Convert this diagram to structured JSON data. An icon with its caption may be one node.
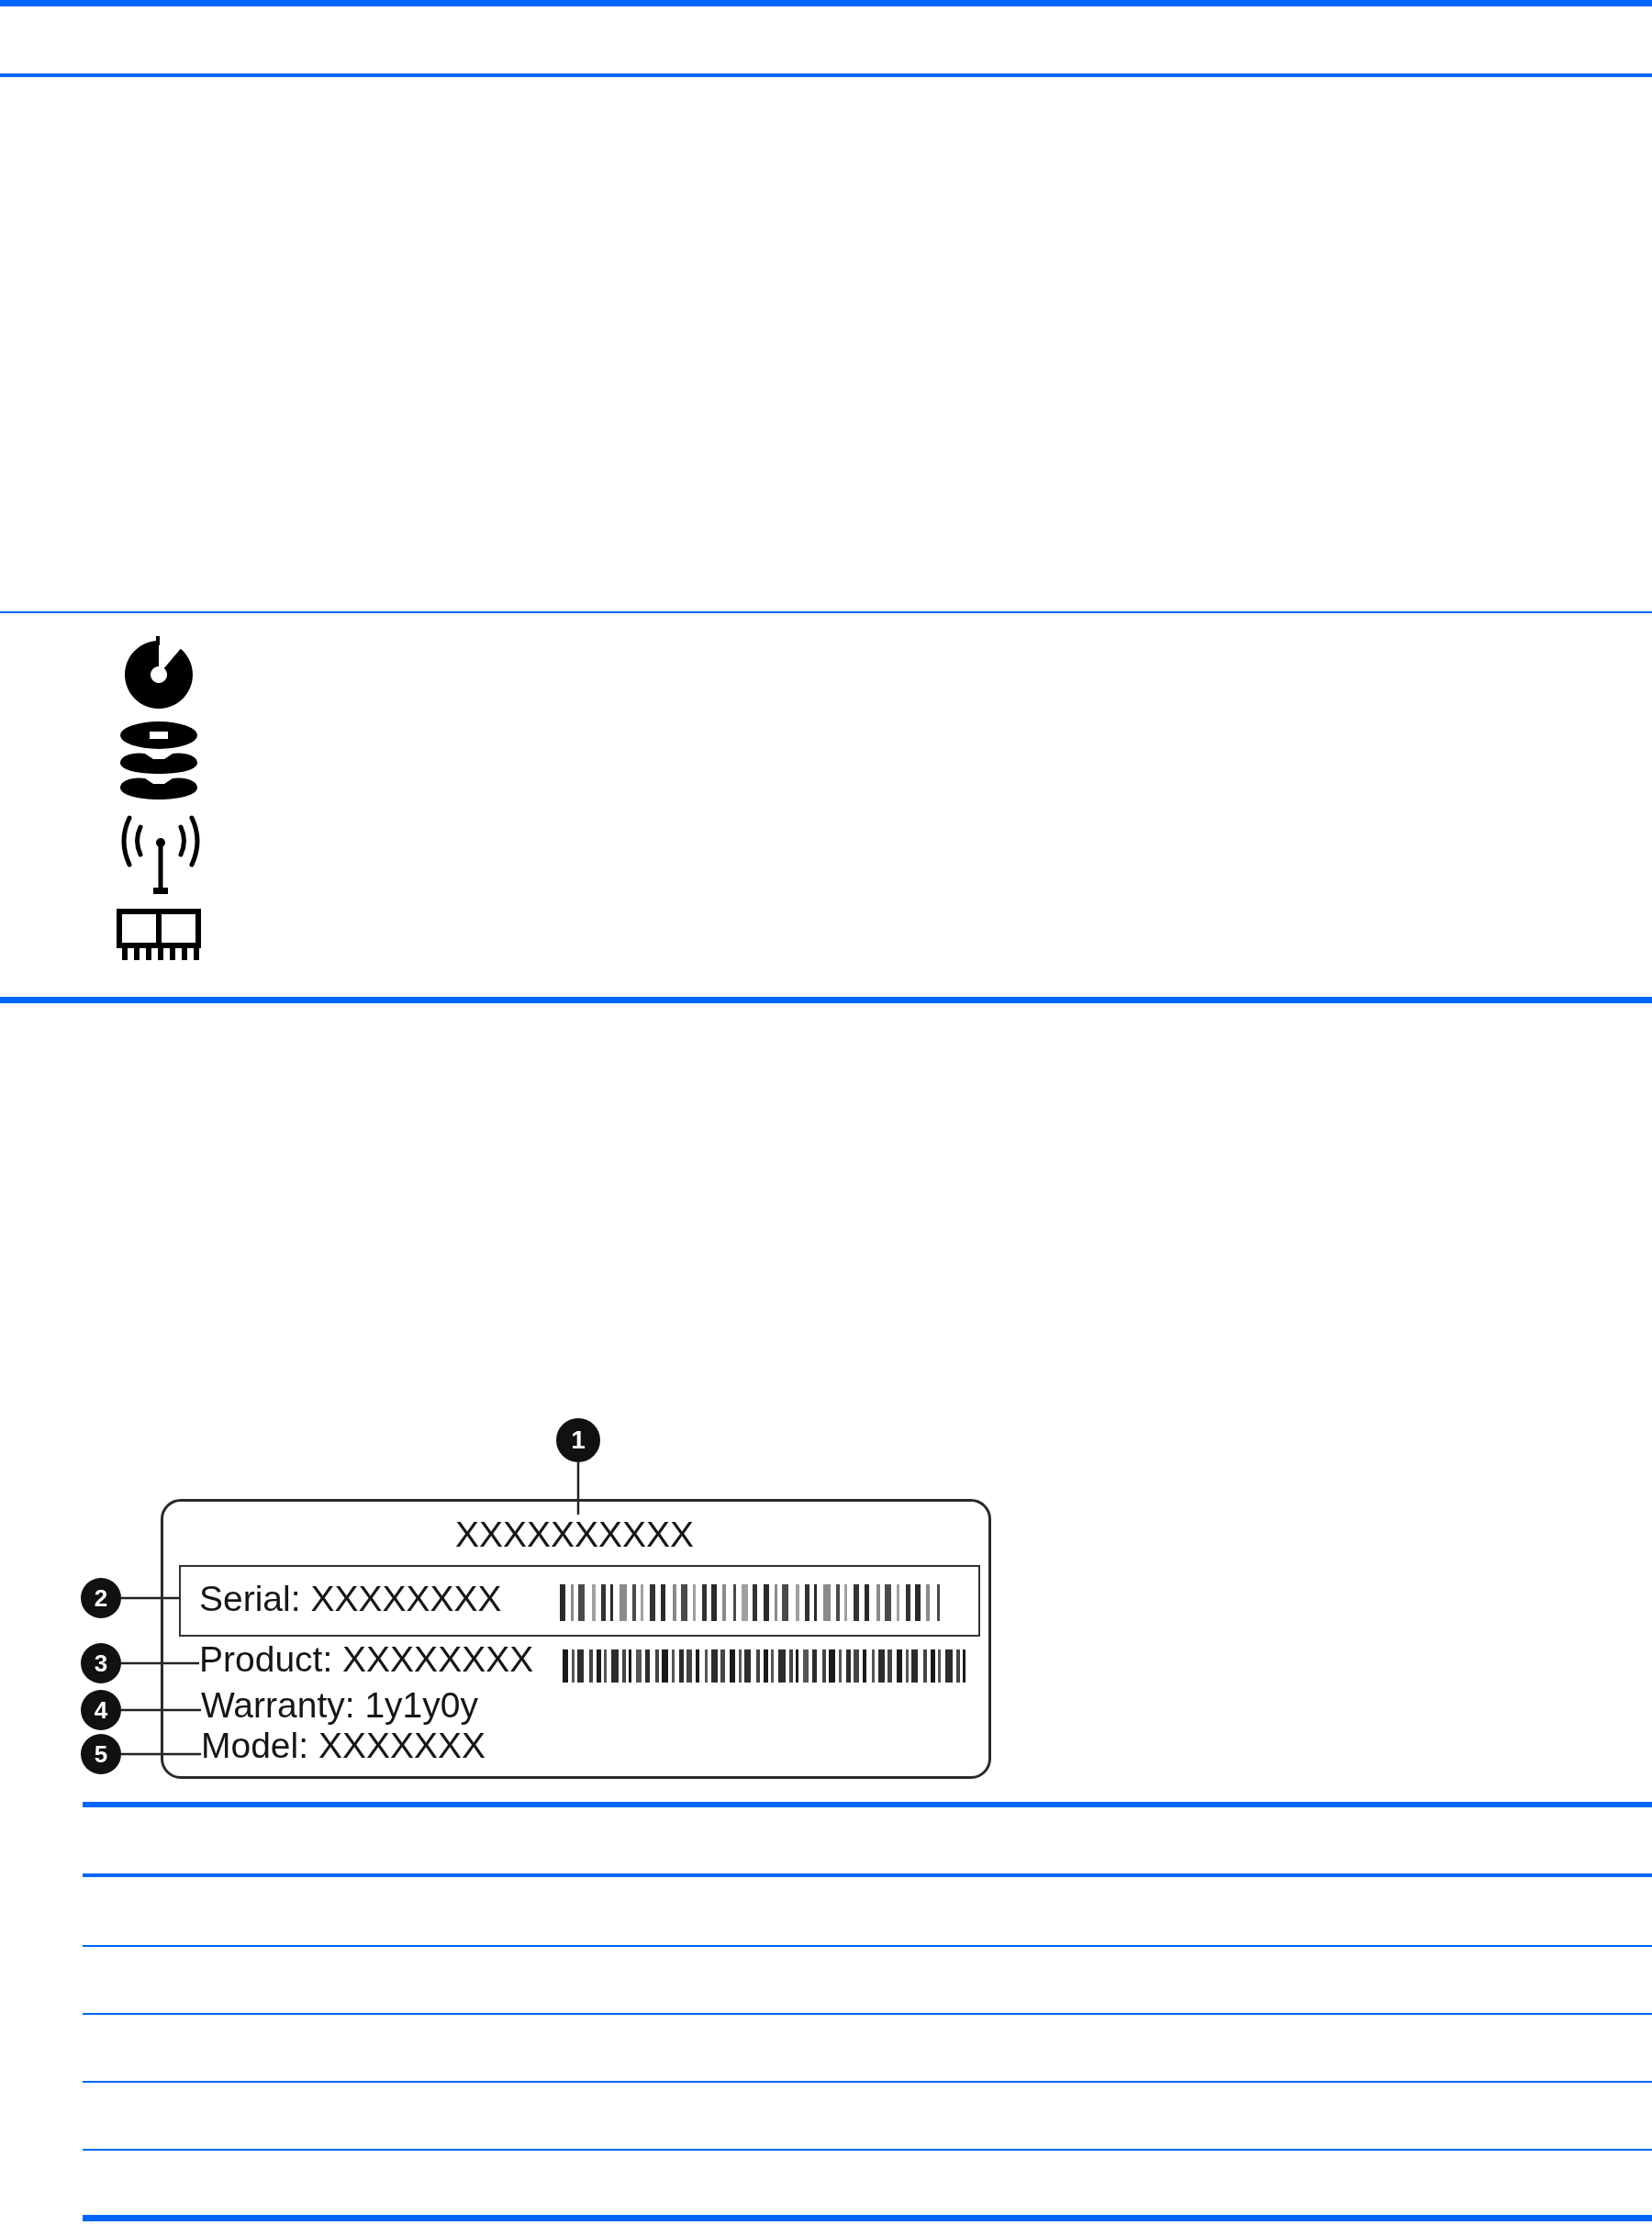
{
  "diagram": {
    "nodes": [
      {
        "text": [
          "1"
        ]
      },
      {
        "text": [],
        "shape": "box"
      },
      {
        "text": [
          "XXXXXXXXXX"
        ],
        "in": 1
      },
      {
        "text": [
          "2"
        ]
      },
      {
        "text": [
          "Serial: XXXXXXXX"
        ],
        "in": 1
      },
      {
        "text": [
          "3"
        ]
      },
      {
        "text": [
          "Product: XXXXXXXX"
        ],
        "in": 1
      },
      {
        "text": [
          "4"
        ]
      },
      {
        "text": [
          "Warranty: 1y1y0y"
        ],
        "in": 1
      },
      {
        "text": [
          "5"
        ]
      },
      {
        "text": [
          "Model: XXXXXXX"
        ],
        "in": 1
      }
    ],
    "edges": [
      {
        "from": 0,
        "to": 2,
        "arrow": "none"
      },
      {
        "from": 3,
        "to": 4,
        "arrow": "none"
      },
      {
        "from": 5,
        "to": 6,
        "arrow": "none"
      },
      {
        "from": 7,
        "to": 8,
        "arrow": "none"
      },
      {
        "from": 9,
        "to": 10,
        "arrow": "none"
      }
    ]
  }
}
